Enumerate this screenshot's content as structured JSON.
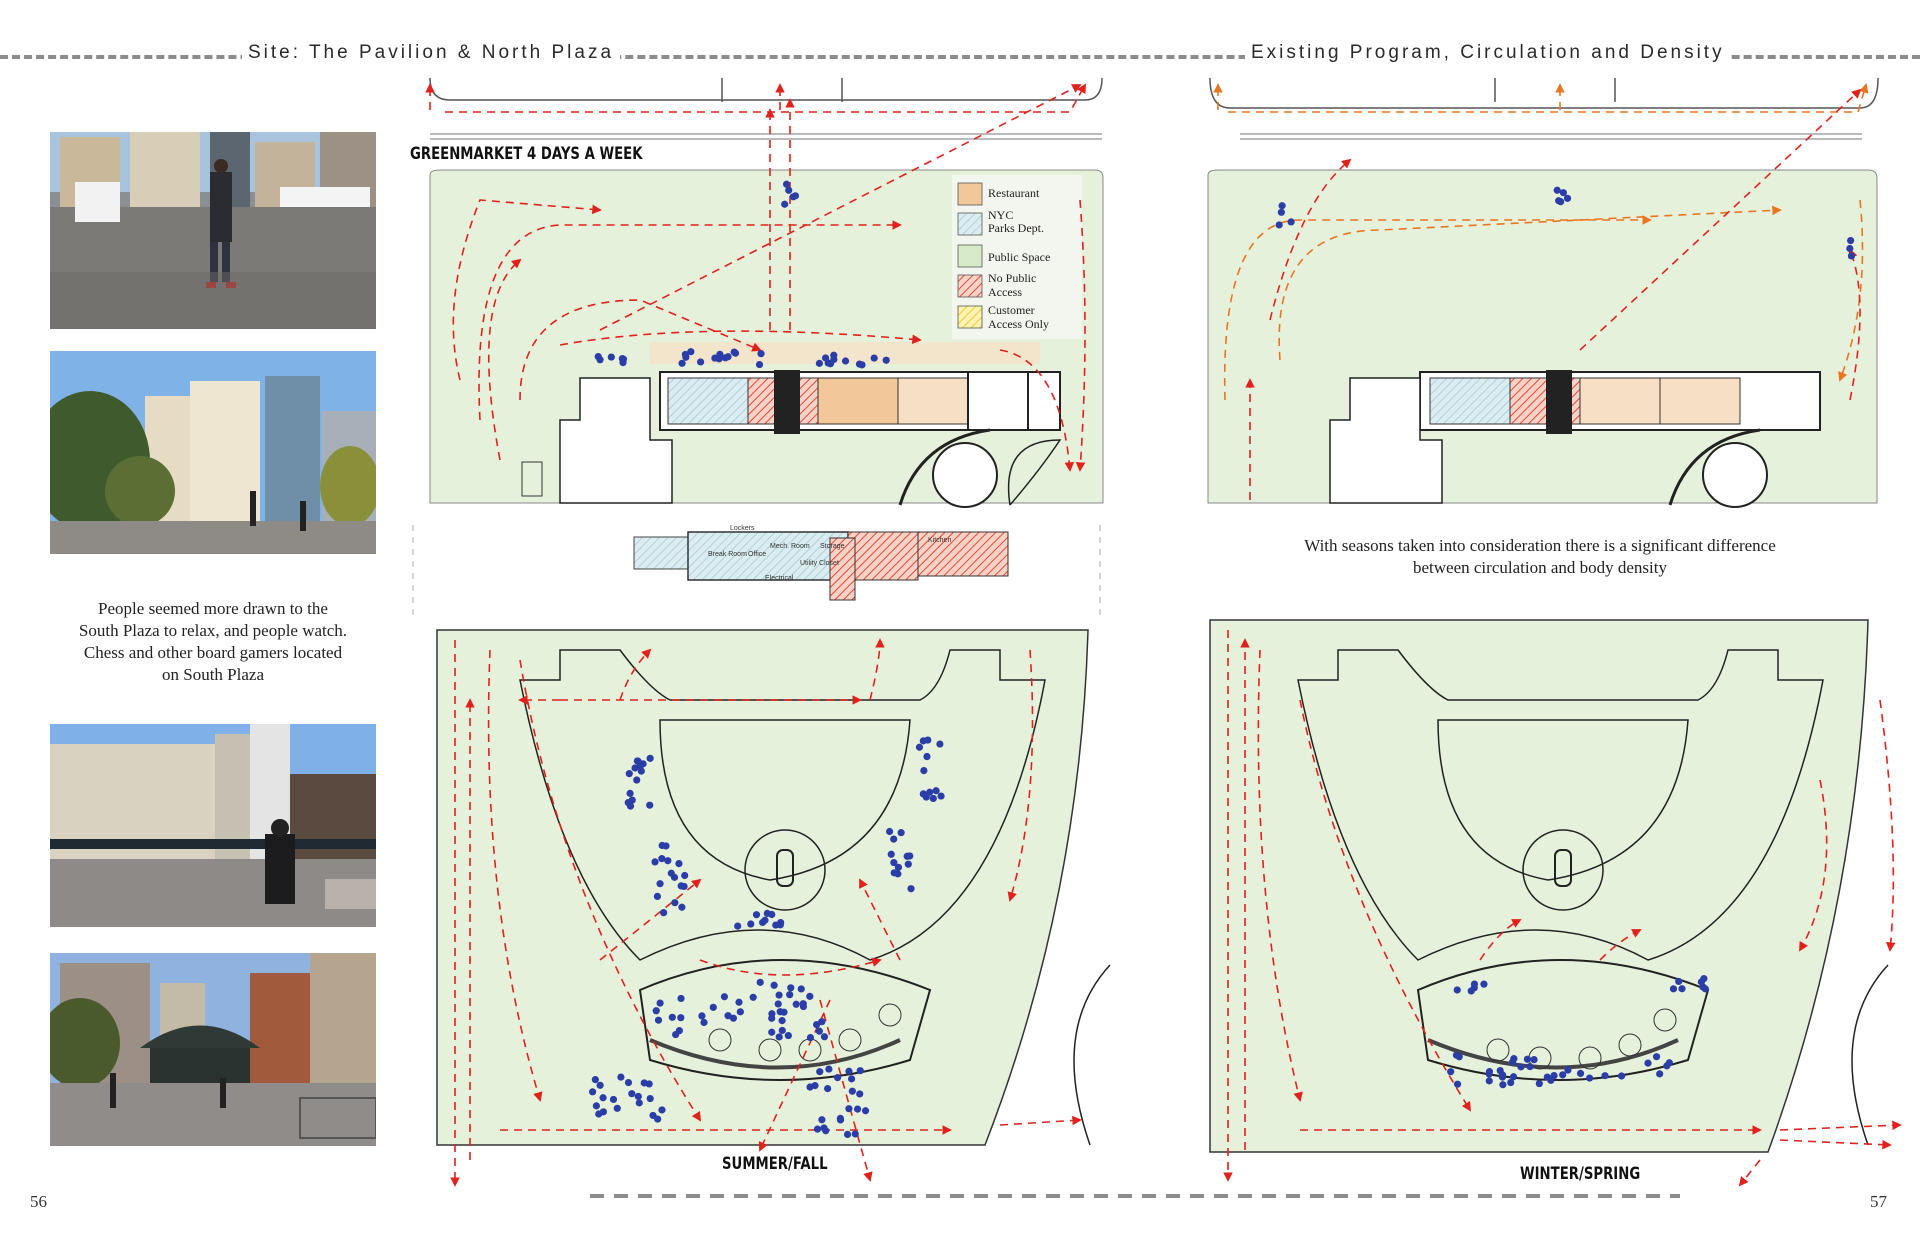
{
  "header": {
    "left_title": "Site: The Pavilion & North Plaza",
    "right_title": "Existing Program, Circulation and Density"
  },
  "photos": [
    {
      "subject": "greenmarket plaza with truck and pedestrians"
    },
    {
      "subject": "park trees and surrounding buildings"
    },
    {
      "subject": "south plaza with pedestrians"
    },
    {
      "subject": "subway kiosk on plaza"
    }
  ],
  "left_note": "People seemed more drawn to the\nSouth Plaza to relax, and people watch.\nChess and other board gamers located\non South Plaza",
  "right_note": "With seasons taken into consideration there is a significant difference\nbetween circulation and body density",
  "greenmarket_label": "GREENMARKET 4 DAYS A WEEK",
  "legend": [
    {
      "label": "Restaurant",
      "color": "#f2c89a"
    },
    {
      "label": "NYC\nParks Dept.",
      "color": "#bfe0e6"
    },
    {
      "label": "Public Space",
      "color": "#d8ebc9"
    },
    {
      "label": "No Public\nAccess",
      "color": "#e8463c"
    },
    {
      "label": "Customer\nAccess Only",
      "color": "#f3e25a"
    }
  ],
  "pavilion_rooms": [
    "Lockers",
    "Break Room",
    "Office",
    "Mech. Room",
    "Utility Closet",
    "Storage",
    "Kitchen",
    "Electrical"
  ],
  "plan_labels": {
    "summer": "SUMMER/FALL",
    "winter": "WINTER/SPRING"
  },
  "page_numbers": {
    "left": "56",
    "right": "57"
  },
  "colors": {
    "plaza": "#e6f1dc",
    "circulation": "#e0211c",
    "circulation_winter": "#e8761e",
    "people": "#2b3ea8",
    "restaurant": "#f2c89a"
  }
}
